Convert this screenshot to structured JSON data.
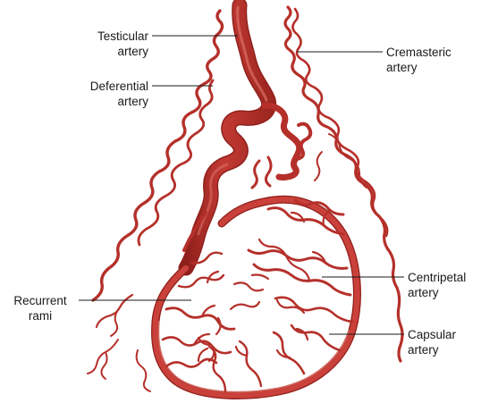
{
  "colors": {
    "vessel": "#b5302a",
    "vessel_dark": "#8f1f1b",
    "vessel_light": "#d9574d",
    "leader": "#1a1a1a",
    "text": "#1a1a1a"
  },
  "labels": {
    "testicular": {
      "line1": "Testicular",
      "line2": "artery"
    },
    "deferential": {
      "line1": "Deferential",
      "line2": "artery"
    },
    "cremasteric": {
      "line1": "Cremasteric",
      "line2": "artery"
    },
    "centripetal": {
      "line1": "Centripetal",
      "line2": "artery"
    },
    "recurrent": {
      "line1": "Recurrent",
      "line2": "rami"
    },
    "capsular": {
      "line1": "Capsular",
      "line2": "artery"
    }
  }
}
